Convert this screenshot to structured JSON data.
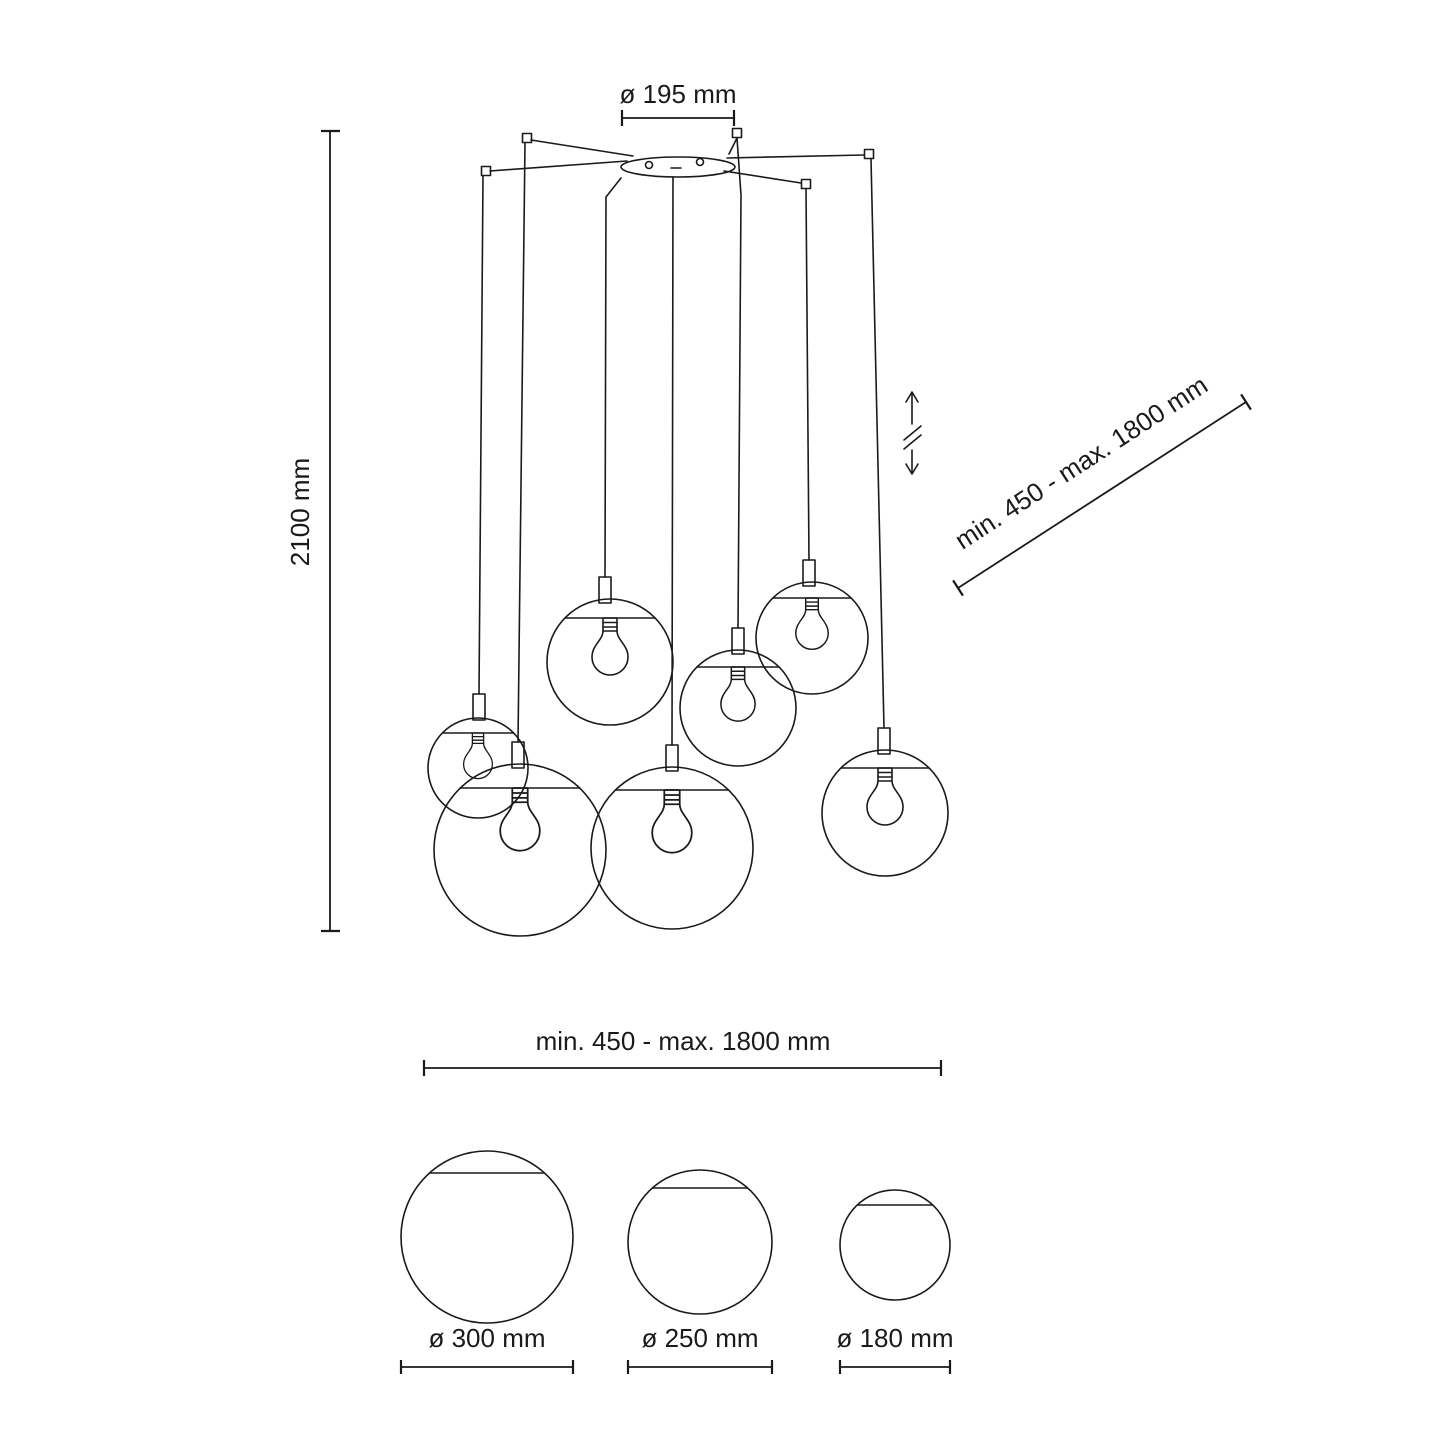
{
  "drawing": {
    "line_color": "#1a1a1a",
    "background_color": "#ffffff"
  },
  "dims": {
    "canopy": {
      "label": "ø 195 mm"
    },
    "height": {
      "label": "2100 mm"
    },
    "suspension": {
      "label": "min. 450 - max. 1800 mm"
    },
    "spread": {
      "label": "min. 450 - max. 1800 mm"
    },
    "shade_sizes": [
      {
        "label": "ø 300 mm"
      },
      {
        "label": "ø 250 mm"
      },
      {
        "label": "ø 180 mm"
      }
    ]
  }
}
